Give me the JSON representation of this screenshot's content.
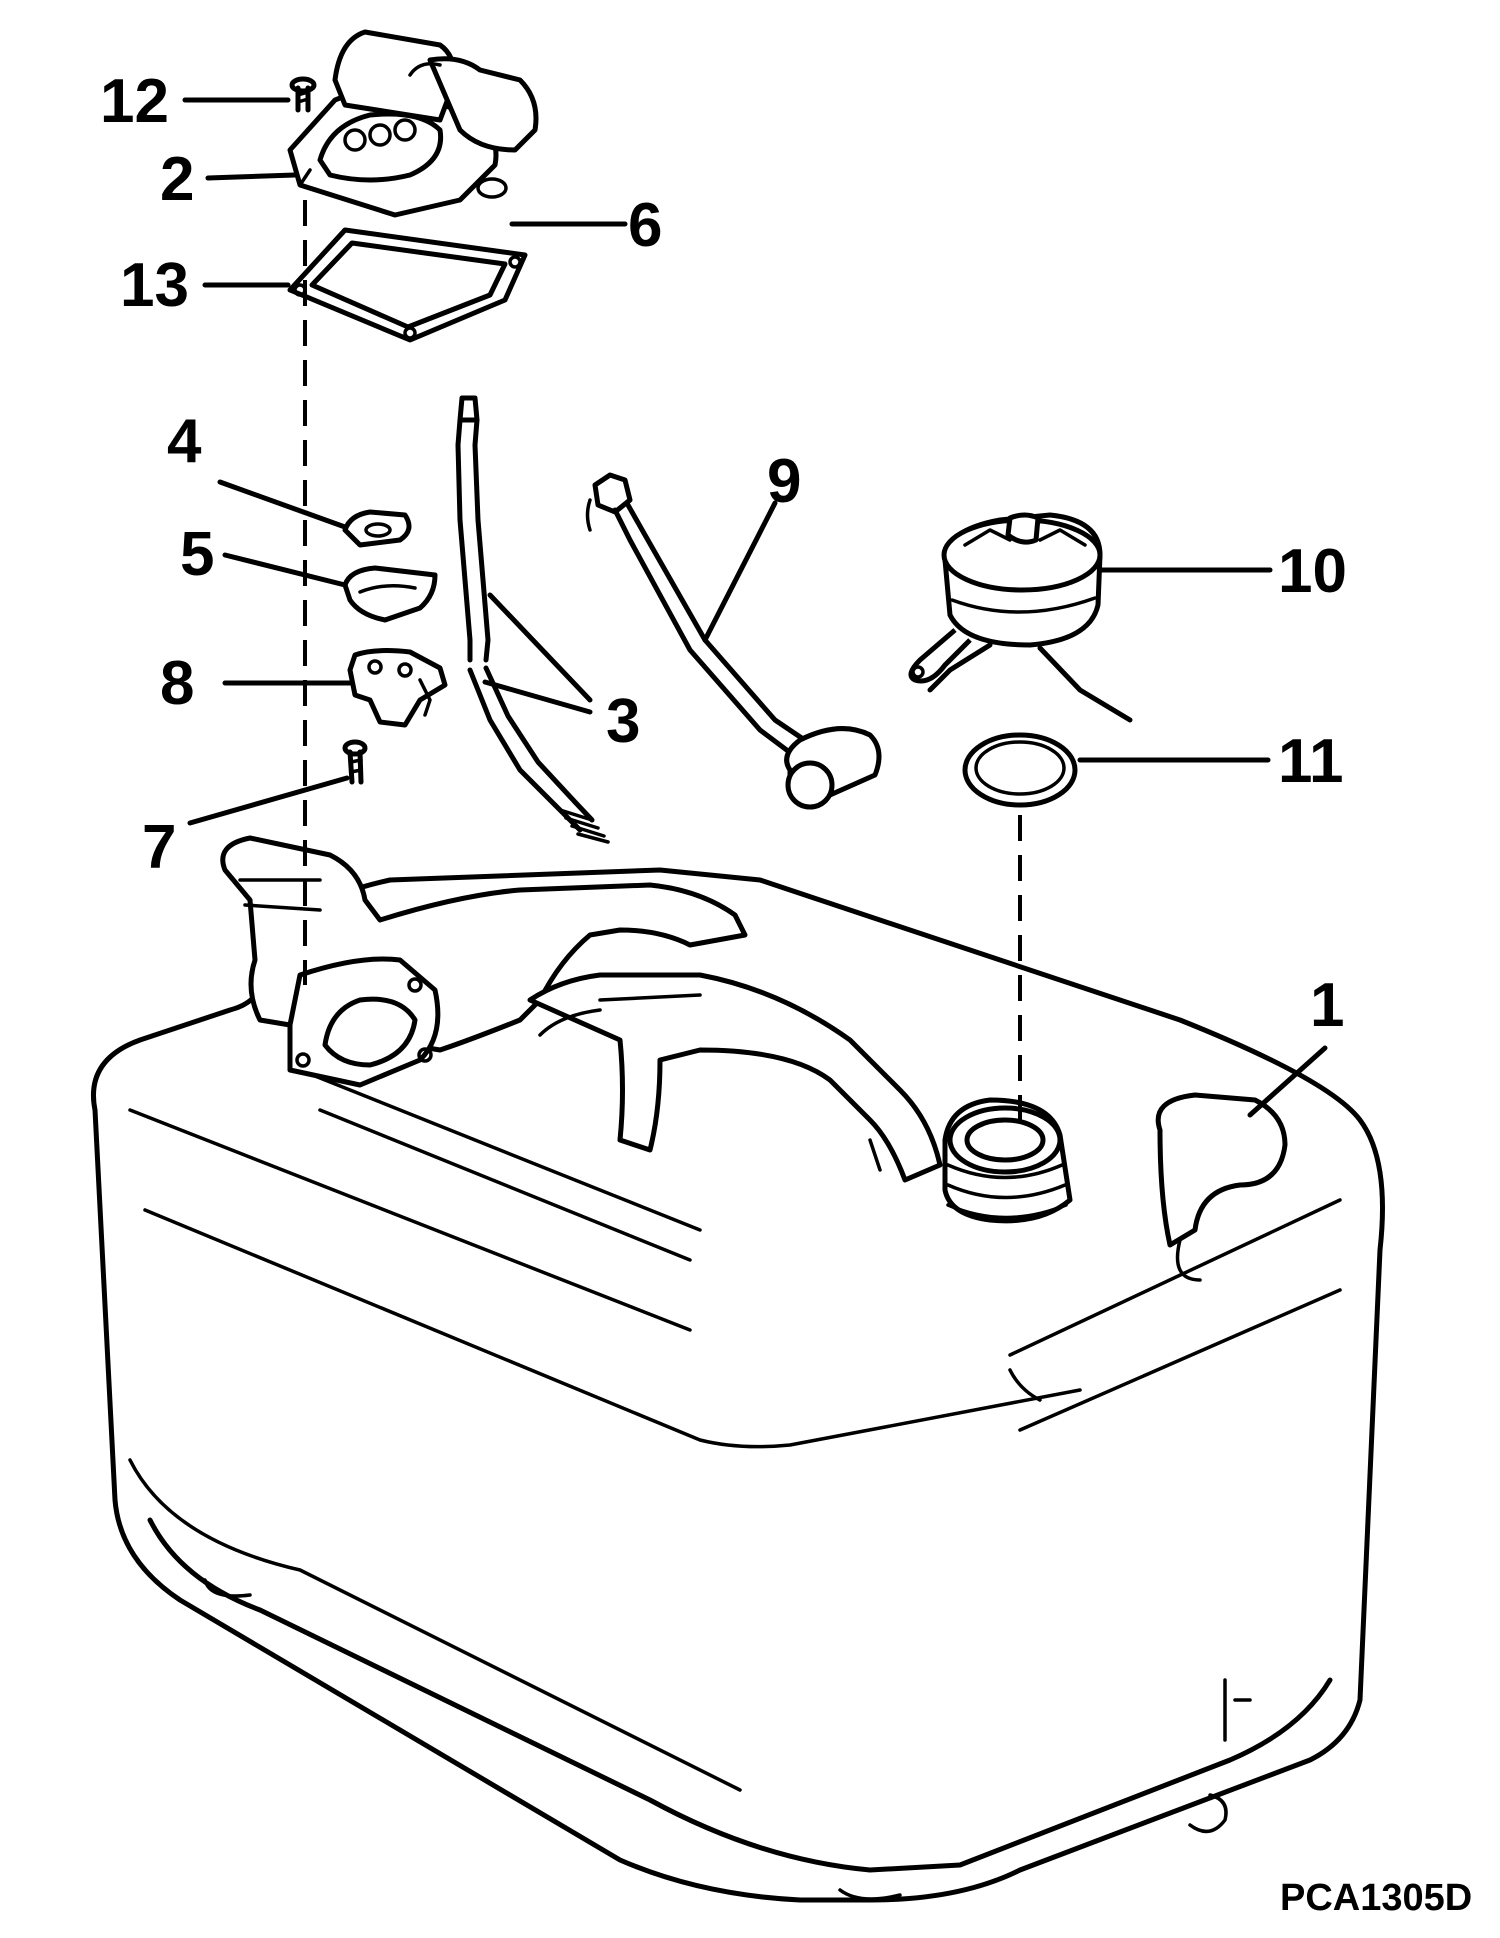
{
  "figure_code": "PCA1305D",
  "callouts": {
    "c1": "1",
    "c2": "2",
    "c3": "3",
    "c4": "4",
    "c5": "5",
    "c6": "6",
    "c7": "7",
    "c8": "8",
    "c9": "9",
    "c10": "10",
    "c11": "11",
    "c12": "12",
    "c13": "13"
  }
}
